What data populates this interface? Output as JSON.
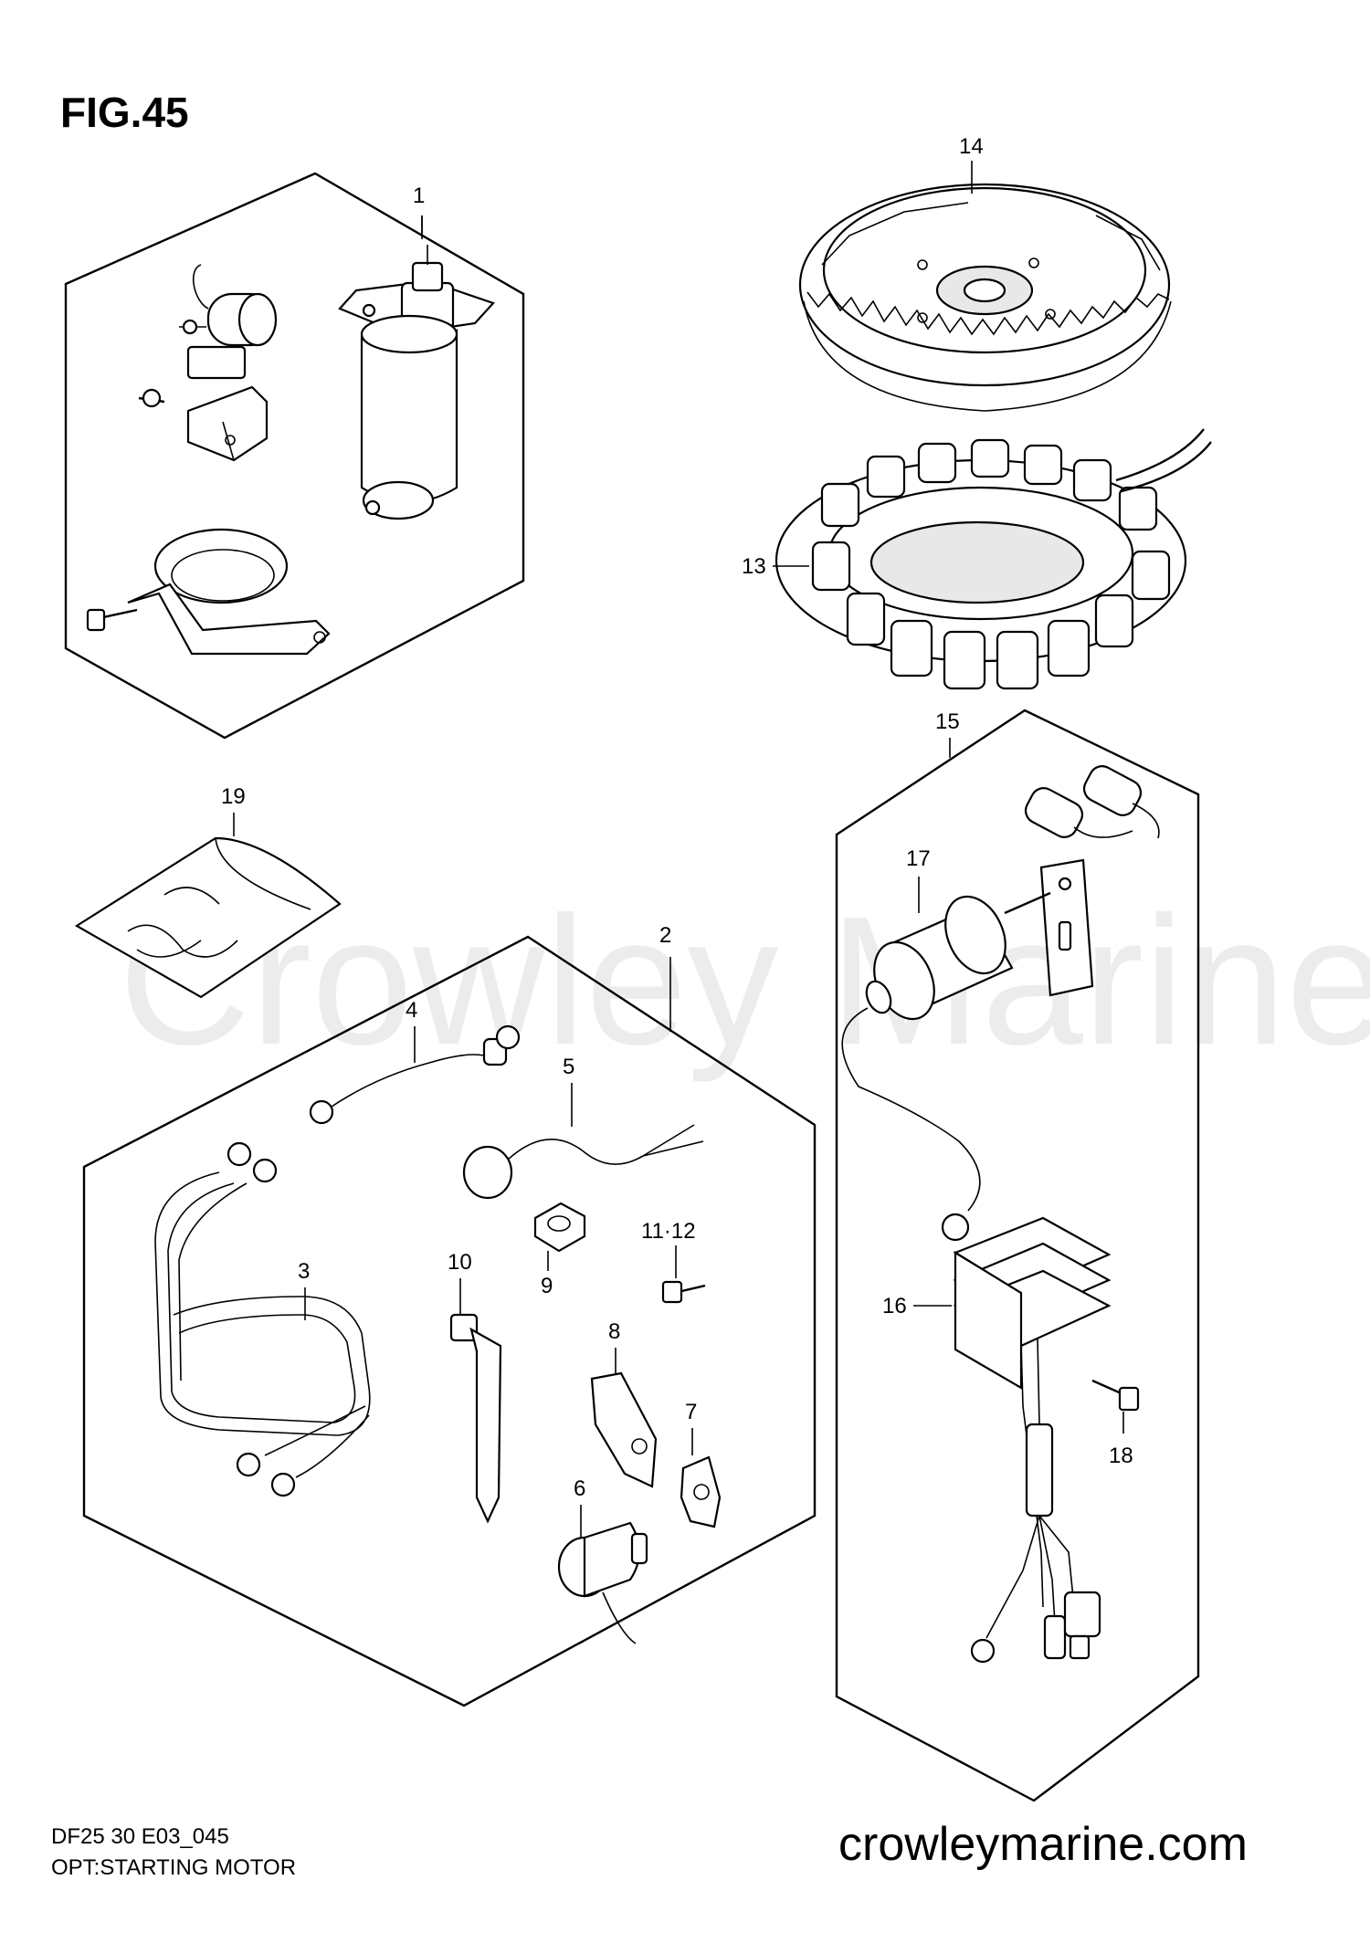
{
  "figure_title": "FIG.45",
  "footer": {
    "model_code": "DF25 30 E03_045",
    "section_name": "OPT:STARTING MOTOR"
  },
  "website": "crowleymarine.com",
  "watermark": "Crowley Marine",
  "callouts": {
    "c1": "1",
    "c2": "2",
    "c3": "3",
    "c4": "4",
    "c5": "5",
    "c6": "6",
    "c7": "7",
    "c8": "8",
    "c9": "9",
    "c10": "10",
    "c11_12": "11·12",
    "c13": "13",
    "c14": "14",
    "c15": "15",
    "c16": "16",
    "c17": "17",
    "c18": "18",
    "c19": "19"
  }
}
